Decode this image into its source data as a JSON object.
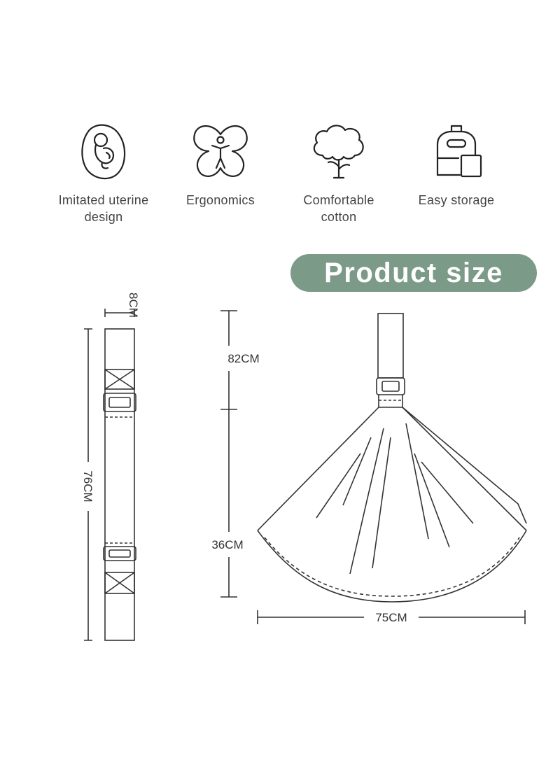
{
  "features": [
    {
      "icon": "fetus-icon",
      "label_line1": "Imitated uterine",
      "label_line2": "design"
    },
    {
      "icon": "ergonomic-person-icon",
      "label_line1": "Ergonomics",
      "label_line2": ""
    },
    {
      "icon": "cotton-icon",
      "label_line1": "Comfortable",
      "label_line2": "cotton"
    },
    {
      "icon": "backpack-icon",
      "label_line1": "Easy storage",
      "label_line2": ""
    }
  ],
  "section_title": "Product size",
  "dimensions": {
    "strap_width": "8CM",
    "strap_length": "76CM",
    "upper_height": "82CM",
    "lower_height": "36CM",
    "width": "75CM"
  },
  "colors": {
    "accent": "#7c9a88",
    "line": "#333333"
  }
}
